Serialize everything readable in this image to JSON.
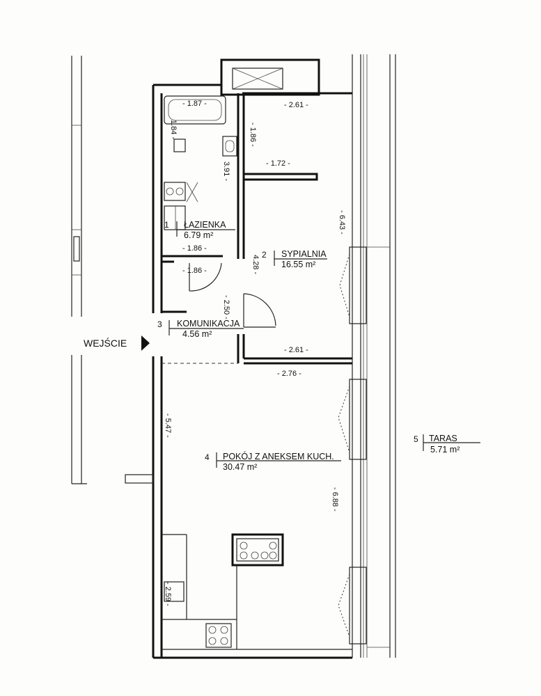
{
  "rooms": [
    {
      "number": "1",
      "name": "ŁAZIENKA",
      "area": "6.79 m²"
    },
    {
      "number": "2",
      "name": "SYPIALNIA",
      "area": "16.55 m²"
    },
    {
      "number": "3",
      "name": "KOMUNIKACJA",
      "area": "4.56 m²"
    },
    {
      "number": "4",
      "name": "POKÓJ Z ANEKSEM KUCH.",
      "area": "30.47 m²"
    },
    {
      "number": "5",
      "name": "TARAS",
      "area": "5.71  m²"
    }
  ],
  "entrance_label": "WEJŚCIE",
  "dimensions": {
    "bath_top": "- 1.87 -",
    "bath_side": "1.84 -",
    "bath_mid1": "- 1.86 -",
    "bath_mid2": "- 1.86 -",
    "bath_height": "3.91 -",
    "bed_top": "- 2.61 -",
    "bed_wall": "- 1.86 -",
    "bed_partition": "- 1.72 -",
    "bed_height": "4.28 -",
    "bed_bottom": "- 2.61 -",
    "bed_right": "- 6.43 -",
    "hall_height": "- 2.50 -",
    "living_top": "- 2.76 -",
    "living_left": "- 5.47 -",
    "living_right": "- 6.88 -",
    "kitchen": "- 2.59 -"
  }
}
